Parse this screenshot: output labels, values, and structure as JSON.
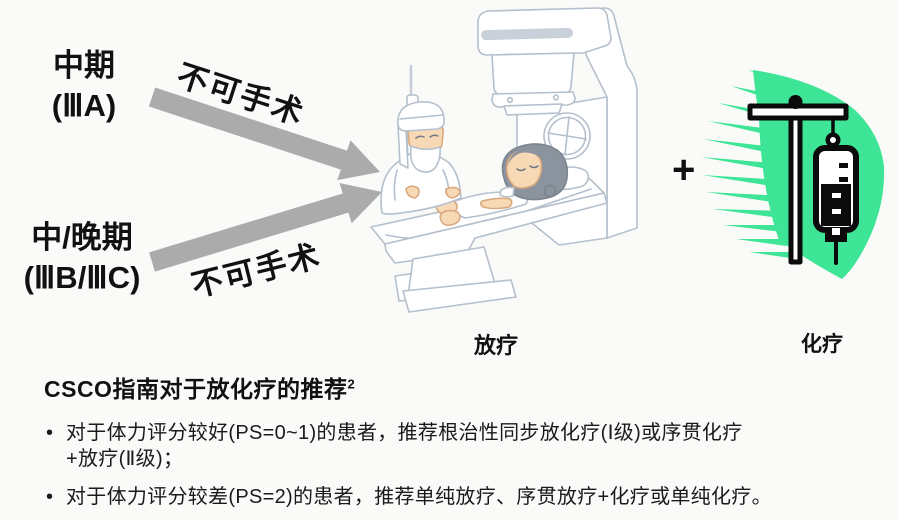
{
  "colors": {
    "background": "#fafaf8",
    "arrow_gray": "#ababab",
    "chemo_green": "#3ee596",
    "illustration_outline": "#b5c0cd",
    "hair_gray": "#8b939e",
    "skin_tone": "#f8d9b5",
    "text_black": "#111111"
  },
  "left_panel": {
    "stage1": {
      "line1": "中期",
      "line2": "(ⅢA)"
    },
    "stage2": {
      "line1": "中/晚期",
      "line2": "(ⅢB/ⅢC)"
    },
    "arrow1_label": "不可手术",
    "arrow2_label": "不可手术"
  },
  "center": {
    "illustration": "radiotherapy-linac-machine-with-patient-and-doctor",
    "caption": "放疗"
  },
  "plus_sign": "+",
  "right": {
    "illustration": "chemotherapy-iv-drip-stand",
    "caption": "化疗"
  },
  "recommendation": {
    "heading": "CSCO指南对于放化疗的推荐",
    "heading_superscript": "2",
    "bullets": [
      {
        "lines": [
          "对于体力评分较好(PS=0~1)的患者，推荐根治性同步放化疗(Ⅰ级)或序贯化疗",
          "+放疗(Ⅱ级)；"
        ]
      },
      {
        "lines": [
          "对于体力评分较差(PS=2)的患者，推荐单纯放疗、序贯放疗+化疗或单纯化疗。"
        ]
      }
    ]
  }
}
